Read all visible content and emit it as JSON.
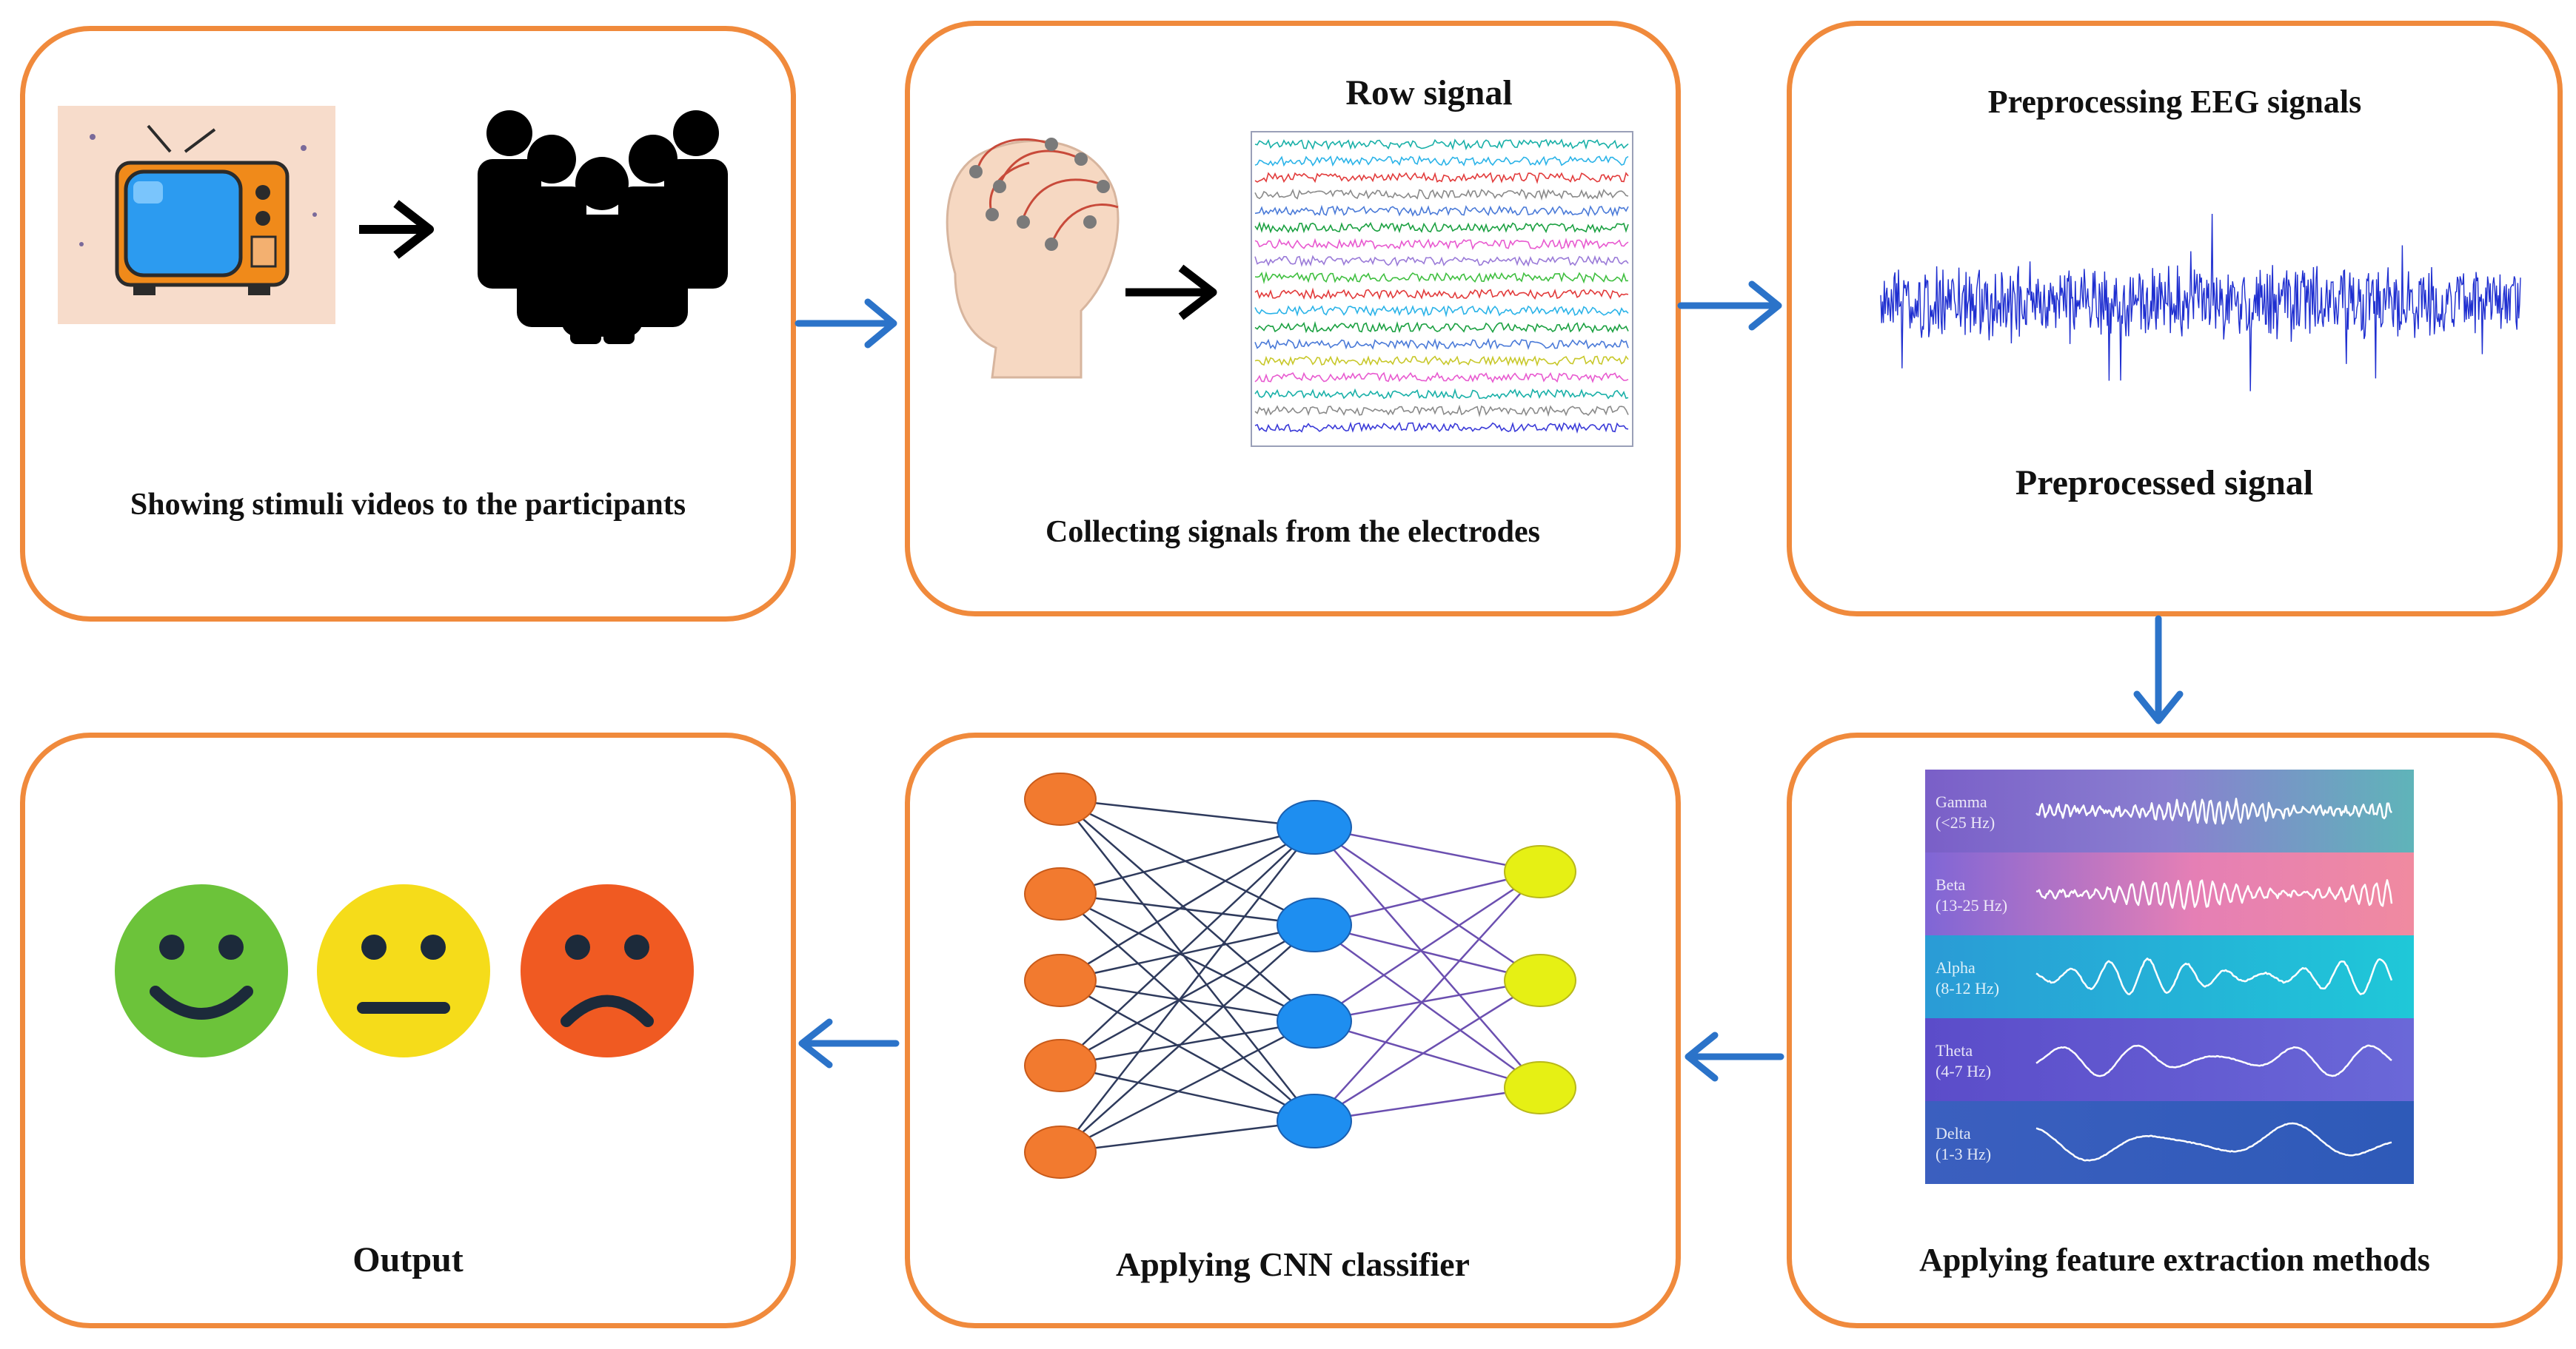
{
  "steps": {
    "stimuli": {
      "caption": "Showing stimuli videos to the participants"
    },
    "collect": {
      "caption": "Collecting signals from the electrodes",
      "raw_title": "Row signal"
    },
    "preprocess": {
      "title": "Preprocessing EEG signals",
      "caption": "Preprocessed signal"
    },
    "features": {
      "caption": "Applying feature extraction methods",
      "bands": [
        {
          "name": "Gamma",
          "range": "(<25 Hz)"
        },
        {
          "name": "Beta",
          "range": "(13-25 Hz)"
        },
        {
          "name": "Alpha",
          "range": "(8-12 Hz)"
        },
        {
          "name": "Theta",
          "range": "(4-7 Hz)"
        },
        {
          "name": "Delta",
          "range": "(1-3 Hz)"
        }
      ]
    },
    "cnn": {
      "caption": "Applying CNN classifier"
    },
    "output": {
      "caption": "Output"
    }
  },
  "colors": {
    "panel_border": "#f08a3c",
    "flow_arrow": "#2b73c9",
    "eeg_signal": "#1f2fd0",
    "node_input": "#f27a2f",
    "node_hidden": "#1e8ef0",
    "node_output": "#e6f014",
    "face_happy": "#6cc33a",
    "face_neutral": "#f5dc1a",
    "face_sad": "#f05a22"
  }
}
